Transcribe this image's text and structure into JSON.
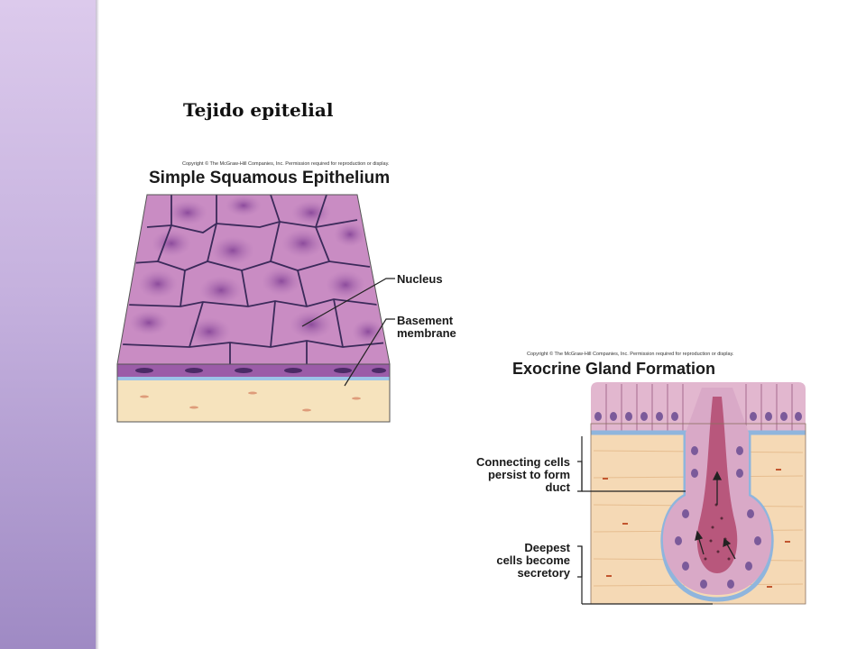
{
  "slide": {
    "title": "Tejido epitelial",
    "accent_color": "#c5b1de"
  },
  "figure_left": {
    "copyright": "Copyright © The McGraw-Hill Companies, Inc. Permission required for reproduction or display.",
    "title": "Simple Squamous Epithelium",
    "labels": {
      "nucleus": "Nucleus",
      "basement_line1": "Basement",
      "basement_line2": "membrane"
    },
    "colors": {
      "cell": "#c489bf",
      "nucleus": "#9a5aa6",
      "outline": "#3b2a5a",
      "connective": "#f6e3bd"
    }
  },
  "figure_right": {
    "copyright": "Copyright © The McGraw-Hill Companies, Inc. Permission required for reproduction or display.",
    "title": "Exocrine Gland Formation",
    "labels": {
      "connecting_line1": "Connecting cells",
      "connecting_line2": "persist to form",
      "connecting_line3": "duct",
      "deepest_line1": "Deepest",
      "deepest_line2": "cells become",
      "deepest_line3": "secretory"
    },
    "colors": {
      "cell": "#d9a9c7",
      "lumen": "#b8577c",
      "basement": "#8fb5dd",
      "connective": "#f5d9b5"
    }
  }
}
